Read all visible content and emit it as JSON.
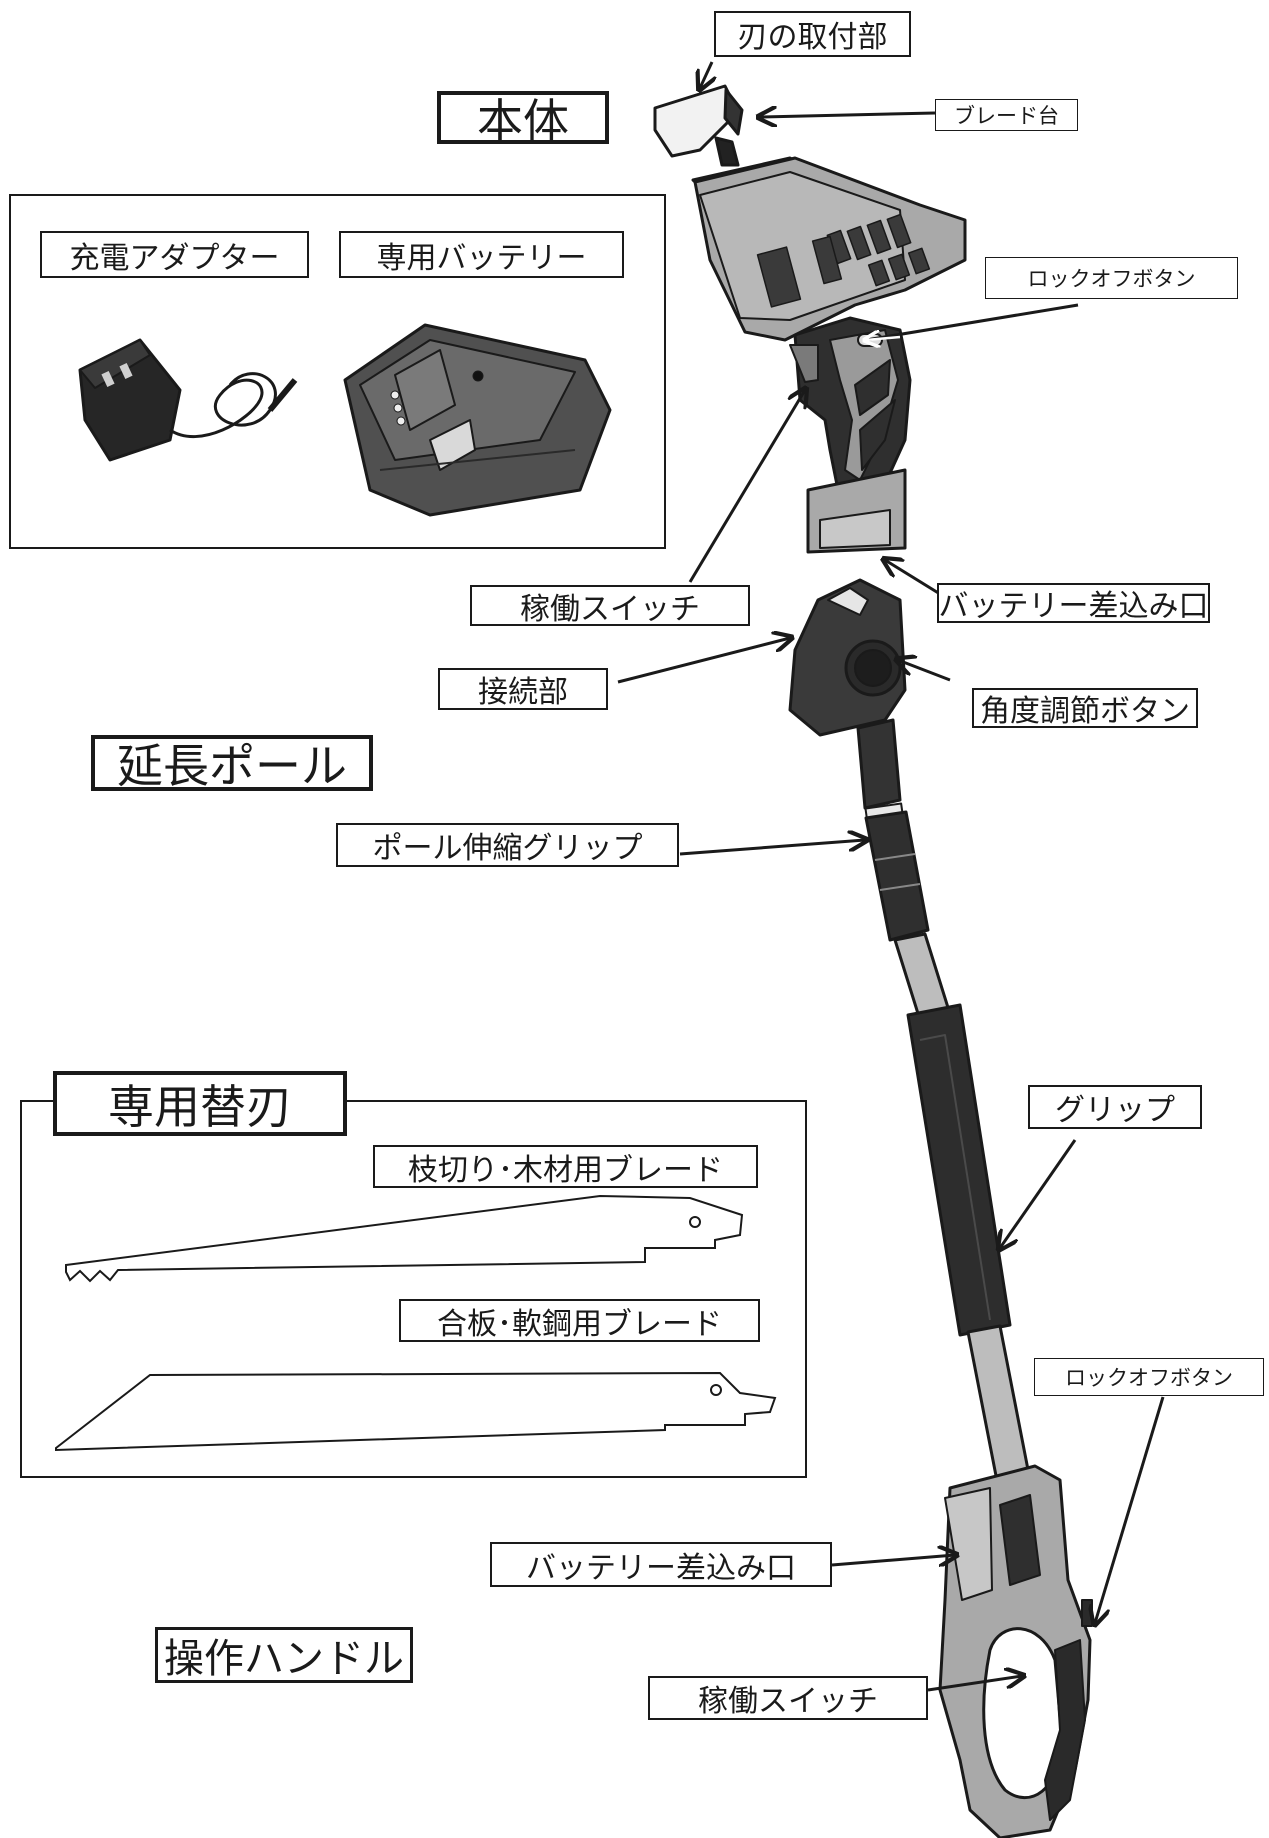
{
  "sections": {
    "main_body": "本体",
    "extension_pole": "延長ポール",
    "blades": "専用替刃",
    "operating_handle": "操作ハンドル"
  },
  "accessories": {
    "charger": "充電アダプター",
    "battery": "専用バッテリー"
  },
  "labels": {
    "blade_mount": "刃の取付部",
    "blade_stand": "ブレード台",
    "lock_off_button_top": "ロックオフボタン",
    "power_switch_top": "稼働スイッチ",
    "battery_slot_top": "バッテリー差込み口",
    "connector": "接続部",
    "angle_button": "角度調節ボタン",
    "pole_grip": "ポール伸縮グリップ",
    "grip": "グリップ",
    "lock_off_button_bottom": "ロックオフボタン",
    "battery_slot_bottom": "バッテリー差込み口",
    "power_switch_bottom": "稼働スイッチ"
  },
  "blade_types": {
    "wood": "枝切り･木材用ブレード",
    "steel": "合板･軟鋼用ブレード"
  },
  "colors": {
    "ink": "#1a1a1a",
    "body_gray": "#a9a9a9",
    "dark": "#2b2b2b",
    "metal": "#bdbdbd"
  },
  "icons": [
    "arrow-icon",
    "charger-icon",
    "battery-icon",
    "saw-body-icon",
    "pole-icon",
    "blade-icon",
    "handle-icon"
  ]
}
